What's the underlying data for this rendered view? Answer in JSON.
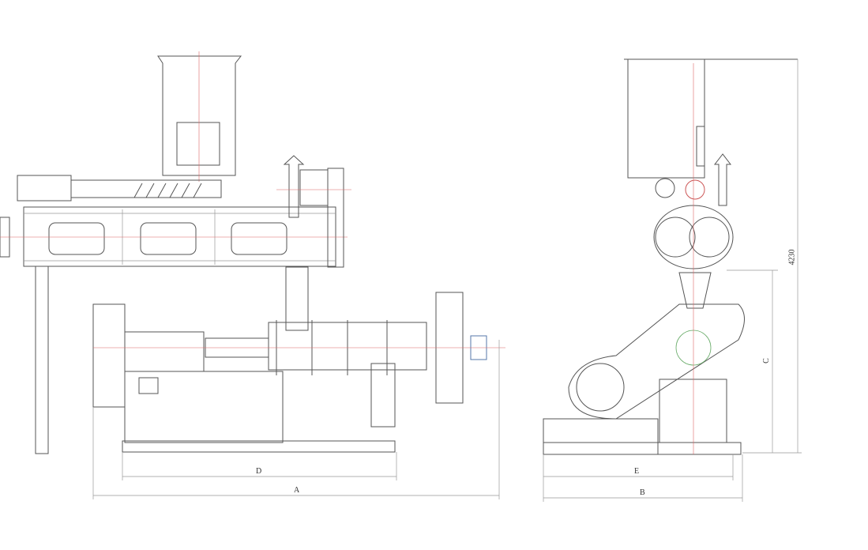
{
  "drawing": {
    "front_view": {
      "dimensions": {
        "overall_length_label": "A",
        "base_length_label": "D"
      }
    },
    "side_view": {
      "dimensions": {
        "overall_width_label": "B",
        "base_width_label": "E",
        "height_label": "C",
        "total_height": "4230"
      }
    }
  }
}
